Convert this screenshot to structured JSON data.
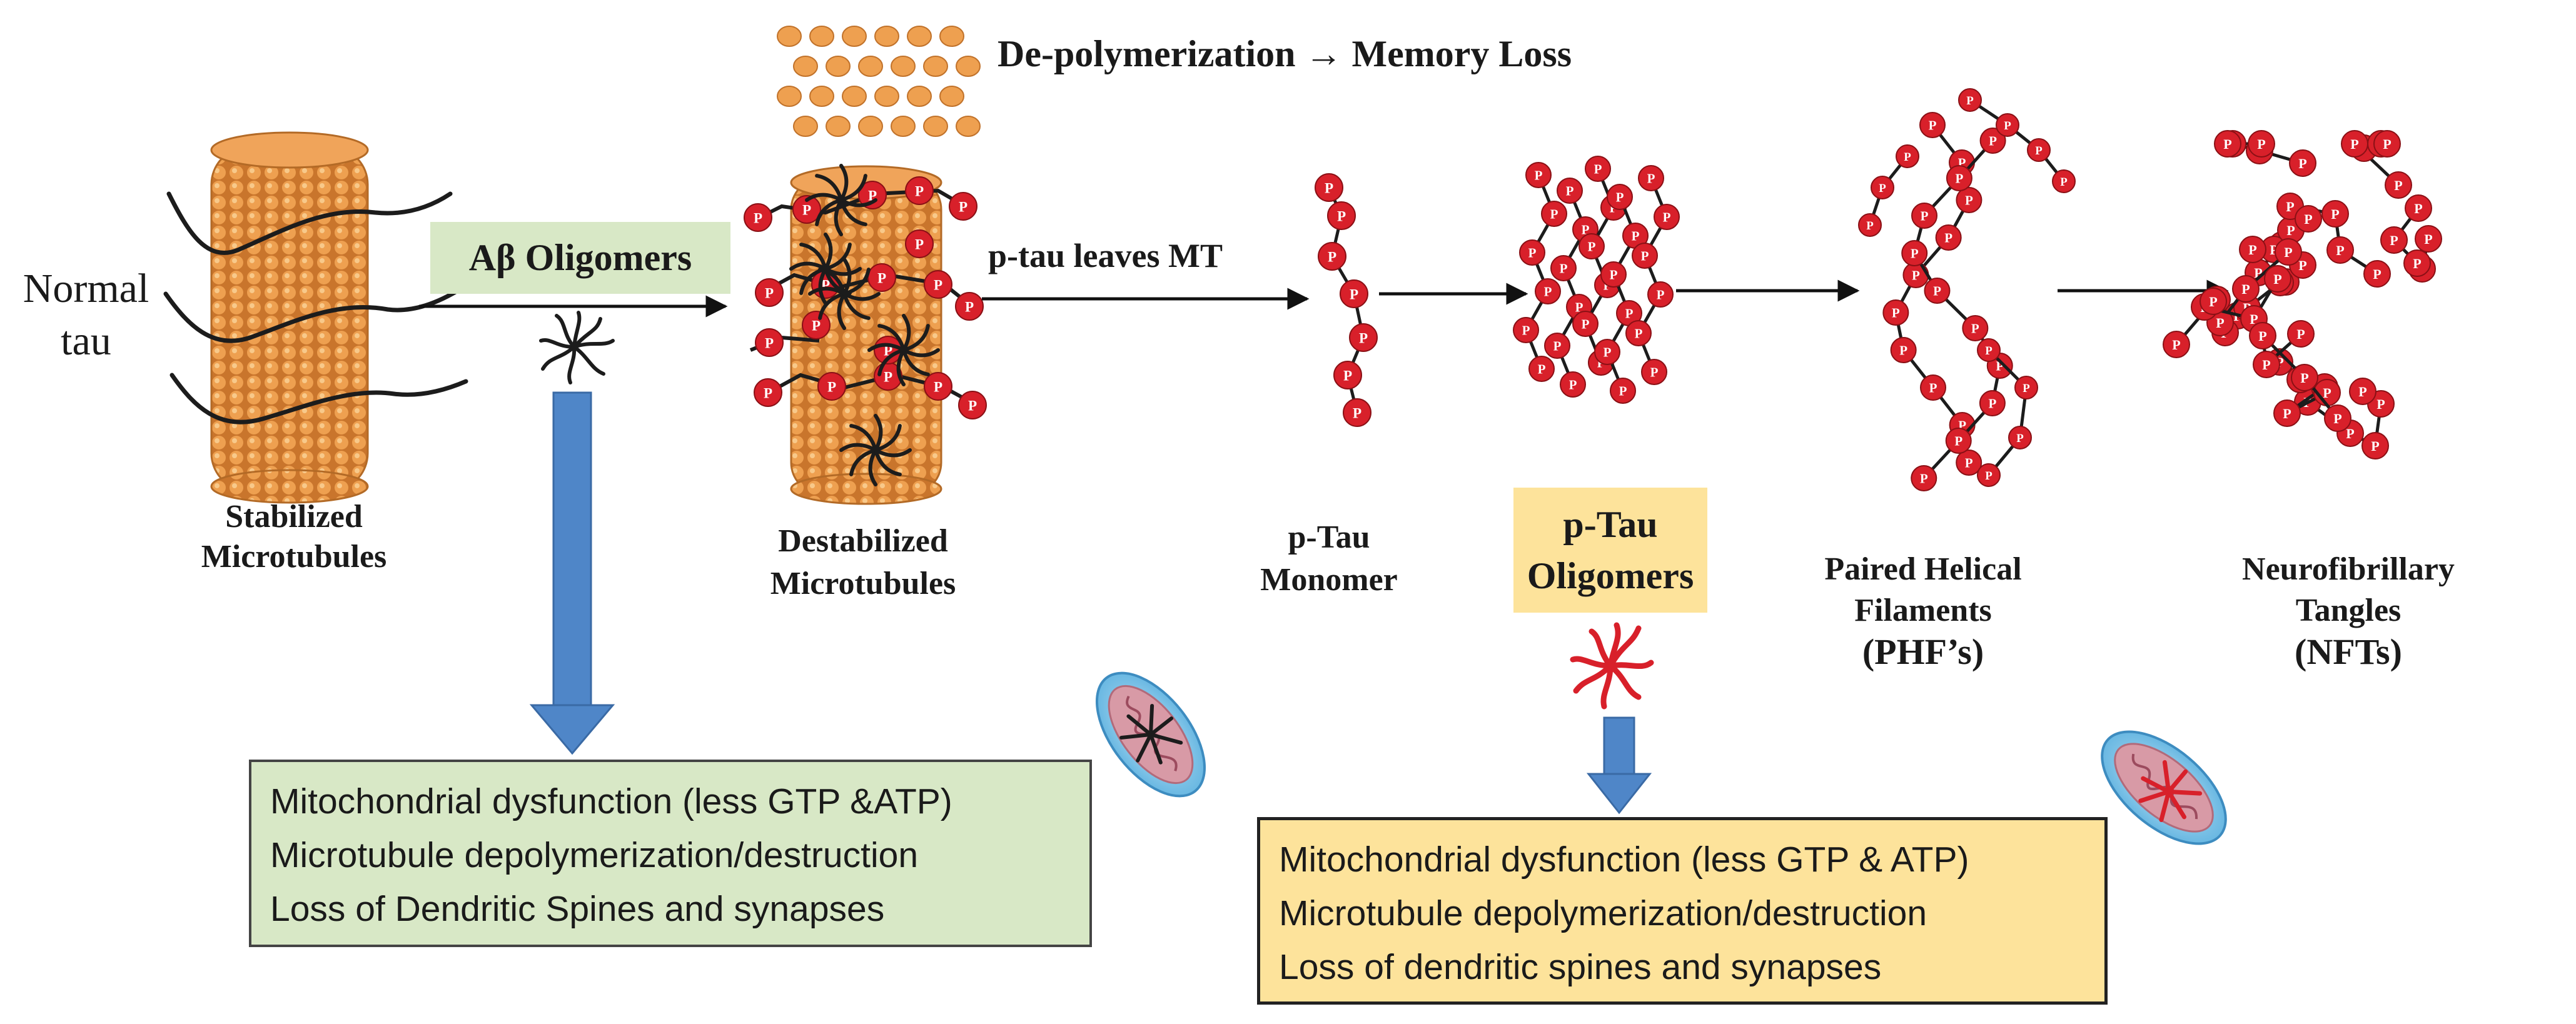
{
  "labels": {
    "depolymerization": "De-polymerization → Memory Loss",
    "normal_tau": [
      "Normal",
      "tau"
    ],
    "ab_oligomers": "Aβ Oligomers",
    "ptau_leaves_mt": "p-tau leaves MT",
    "stabilized_mt": [
      "Stabilized",
      "Microtubules"
    ],
    "destabilized_mt": [
      "Destabilized",
      "Microtubules"
    ],
    "ptau_monomer": [
      "p-Tau",
      "Monomer"
    ],
    "ptau_oligomers": [
      "p-Tau",
      "Oligomers"
    ],
    "phf": [
      "Paired Helical",
      "Filaments",
      "(PHF’s)"
    ],
    "nft": [
      "Neurofibrillary",
      "Tangles",
      "(NFTs)"
    ],
    "phospho_mark": "P"
  },
  "green_box": {
    "lines": [
      "Mitochondrial dysfunction (less GTP &ATP)",
      "Microtubule depolymerization/destruction",
      "Loss of Dendritic Spines and synapses"
    ]
  },
  "yellow_box": {
    "lines": [
      "Mitochondrial dysfunction (less GTP & ATP)",
      "Microtubule depolymerization/destruction",
      "Loss of dendritic spines and synapses"
    ]
  },
  "colors": {
    "green_fill": "#d8e8c6",
    "yellow_fill": "#fde39b",
    "arrow_blue": "#4f86c8",
    "tubulin_orange": "#e89a46",
    "ptau_red": "#d8202a",
    "tau_black": "#1c1c1c"
  }
}
